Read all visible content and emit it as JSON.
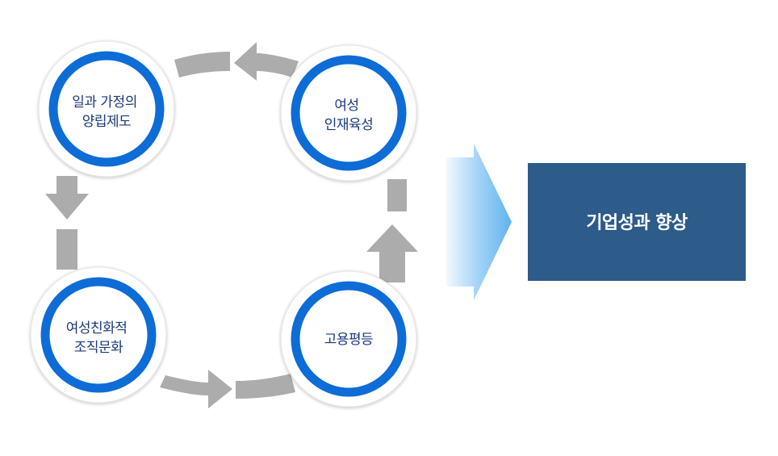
{
  "cycle": {
    "nodes": [
      {
        "id": "work-family",
        "lines": [
          "일과 가정의",
          "양립제도"
        ]
      },
      {
        "id": "women-talent",
        "lines": [
          "여성",
          "인재육성"
        ]
      },
      {
        "id": "female-culture",
        "lines": [
          "여성친화적",
          "조직문화"
        ]
      },
      {
        "id": "equal-employment",
        "lines": [
          "고용평등"
        ]
      }
    ]
  },
  "result": {
    "label": "기업성과 향상"
  },
  "colors": {
    "ring": "#0a6cd6",
    "arrow": "#acacac",
    "result_fill": "#2d5b8a",
    "big_arrow": "#6ab8f0"
  }
}
